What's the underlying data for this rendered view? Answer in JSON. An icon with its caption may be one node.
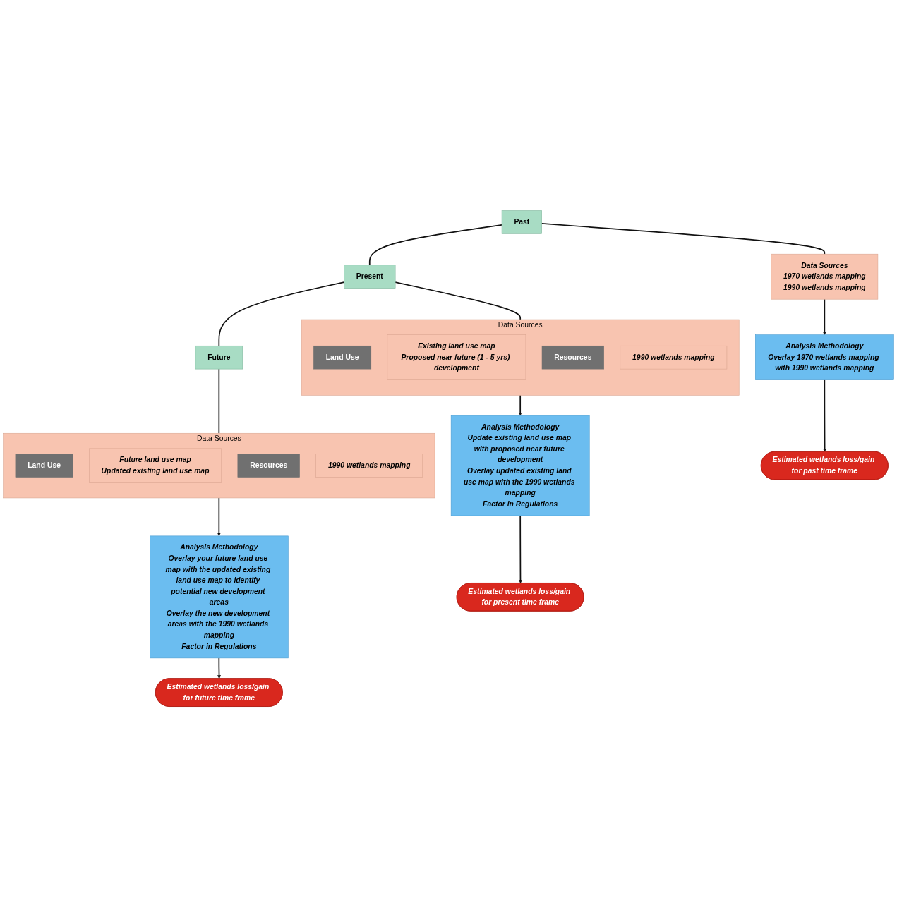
{
  "diagram": {
    "nodes": [
      {
        "text": [
          "Past"
        ]
      },
      {
        "text": [
          "Present"
        ]
      },
      {
        "text": [
          "Future"
        ]
      },
      {
        "text": [
          "Data Sources",
          "1970 wetlands mapping",
          "1990 wetlands mapping"
        ]
      },
      {
        "text": [
          "Data Sources"
        ]
      },
      {
        "text": [
          "Land Use"
        ],
        "in": 4
      },
      {
        "text": [
          "Existing land use map",
          "Proposed near future (1 - 5 yrs) development"
        ],
        "in": 4
      },
      {
        "text": [
          "Resources"
        ],
        "in": 4
      },
      {
        "text": [
          "1990 wetlands mapping"
        ],
        "in": 4
      },
      {
        "text": [
          "Data Sources"
        ]
      },
      {
        "text": [
          "Land Use"
        ],
        "in": 9
      },
      {
        "text": [
          "Future land use map",
          "Updated existing land use map"
        ],
        "in": 9
      },
      {
        "text": [
          "Resources"
        ],
        "in": 9
      },
      {
        "text": [
          "1990 wetlands mapping"
        ],
        "in": 9
      },
      {
        "text": [
          "Analysis Methodology",
          "Overlay 1970 wetlands mapping with 1990 wetlands mapping"
        ]
      },
      {
        "text": [
          "Analysis Methodology",
          "Update existing land use map with proposed near future development",
          "Overlay updated existing land use map with the 1990 wetlands mapping",
          "Factor in Regulations"
        ]
      },
      {
        "text": [
          "Analysis Methodology",
          "Overlay your future land use map with the updated existing land use map to identify potential new development areas",
          "Overlay the new development areas with the 1990 wetlands mapping",
          "Factor in Regulations"
        ]
      },
      {
        "text": [
          "Estimated wetlands loss/gain for past time frame"
        ]
      },
      {
        "text": [
          "Estimated wetlands loss/gain for present time frame"
        ]
      },
      {
        "text": [
          "Estimated wetlands loss/gain for future time frame"
        ]
      }
    ],
    "edges": [
      {
        "from": 0,
        "to": 1,
        "arrow": "none"
      },
      {
        "from": 1,
        "to": 2,
        "arrow": "none"
      },
      {
        "from": 0,
        "to": 3,
        "arrow": "none"
      },
      {
        "from": 1,
        "to": 4,
        "arrow": "none"
      },
      {
        "from": 2,
        "to": 9,
        "arrow": "none"
      },
      {
        "from": 3,
        "to": 14,
        "arrow": "to"
      },
      {
        "from": 4,
        "to": 15,
        "arrow": "to"
      },
      {
        "from": 9,
        "to": 16,
        "arrow": "to"
      },
      {
        "from": 14,
        "to": 17,
        "arrow": "to"
      },
      {
        "from": 15,
        "to": 18,
        "arrow": "to"
      },
      {
        "from": 16,
        "to": 19,
        "arrow": "to"
      }
    ]
  }
}
